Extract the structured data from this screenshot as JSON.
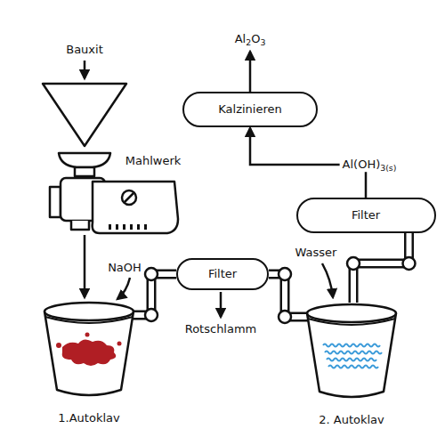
{
  "diagram": {
    "nodes": [
      {
        "text": [
          "1.Autoklav"
        ]
      },
      {
        "text": [
          "Filter"
        ]
      },
      {
        "text": [
          "2. Autoklav"
        ]
      },
      {
        "text": [
          "Filter"
        ]
      },
      {
        "text": [
          "Kalzinieren"
        ]
      }
    ],
    "edges": [
      {
        "from": 0,
        "to": 1,
        "arrow": "none"
      },
      {
        "from": 1,
        "to": 2,
        "arrow": "none"
      },
      {
        "from": 2,
        "to": 3,
        "arrow": "none"
      },
      {
        "from": 3,
        "to": 4,
        "arrow": "to",
        "label": "Al(OH)3(s)"
      }
    ],
    "labels": [
      "Bauxit",
      "Mahlwerk",
      "NaOH",
      "Rotschlamm",
      "Wasser",
      "Al2O3"
    ]
  }
}
